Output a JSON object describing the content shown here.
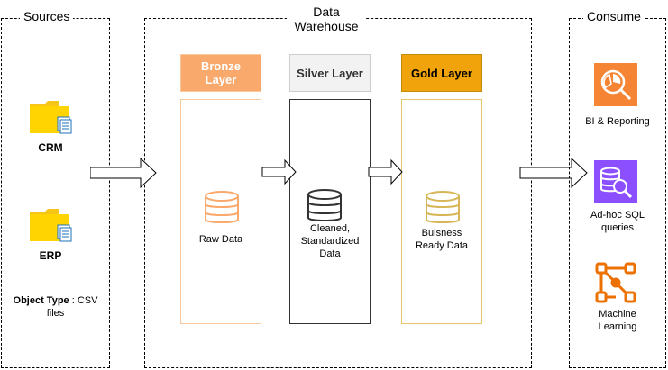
{
  "sources": {
    "title": "Sources",
    "items": [
      {
        "label": "CRM",
        "icon": "folder-icon"
      },
      {
        "label": "ERP",
        "icon": "folder-icon"
      }
    ],
    "note_bold": "Object Type",
    "note_rest": " : CSV",
    "note_line2": "files"
  },
  "warehouse": {
    "title_line1": "Data",
    "title_line2": "Warehouse",
    "layers": [
      {
        "name_line1": "Bronze",
        "name_line2": "Layer",
        "content": [
          "Raw Data"
        ],
        "header_color": "#F8A96B",
        "border_color": "#F8C99B",
        "text_color": "#ffffff"
      },
      {
        "name_line1": "Silver Layer",
        "name_line2": "",
        "content": [
          "Cleaned,",
          "Standardized",
          "Data"
        ],
        "header_color": "#F2F2F2",
        "border_color": "#333333",
        "text_color": "#333333"
      },
      {
        "name_line1": "Gold Layer",
        "name_line2": "",
        "content": [
          "Buisness",
          "Ready Data"
        ],
        "header_color": "#F0A30A",
        "border_color": "#E5C36B",
        "text_color": "#000000"
      }
    ]
  },
  "consume": {
    "title": "Consume",
    "items": [
      {
        "line1": "BI & Reporting",
        "line2": "",
        "icon": "bi-reporting-icon",
        "color": "#F58534"
      },
      {
        "line1": "Ad-hoc SQL",
        "line2": "queries",
        "icon": "sql-query-icon",
        "color": "#8C4FFF"
      },
      {
        "line1": "Machine",
        "line2": "Learning",
        "icon": "machine-learning-icon",
        "color": "#ED7100"
      }
    ]
  }
}
